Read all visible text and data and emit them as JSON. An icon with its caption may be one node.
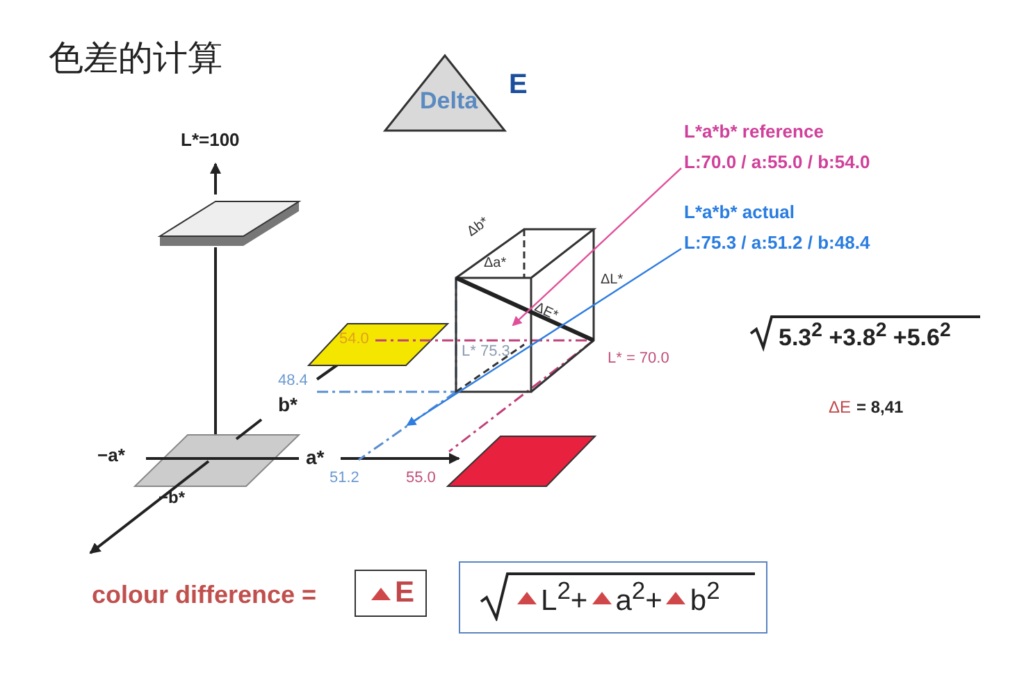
{
  "diagram": {
    "title": "色差的计算",
    "nodes": [
      {
        "text": [
          "Delta"
        ],
        "beside": [
          "E"
        ]
      },
      {
        "text": [
          "L*a*b* reference",
          "L:70.0 / a:55.0 / b:54.0"
        ]
      },
      {
        "text": [
          "L*a*b*  actual",
          "L:75.3 / a:51.2 / b:48.4"
        ]
      },
      {
        "text": [
          "E"
        ]
      },
      {
        "text": [
          "L$^{2}$+",
          "a$^{2}$+",
          "b$^{2}$"
        ]
      },
      {
        "text": [],
        "shape": "box"
      }
    ],
    "edges": [
      {
        "from": 1,
        "to": 5,
        "arrow": "to",
        "color": "#e0509a"
      },
      {
        "from": 2,
        "to": null,
        "arrow": "to",
        "color": "#2f7de0"
      }
    ],
    "labels": [
      "L*=100",
      "−a*",
      "a*",
      "b*",
      "−b*",
      "Δb*",
      "Δa*",
      "ΔL*",
      "ΔE*",
      "54.0",
      "48.4",
      "L* 75.3",
      "L* = 70.0",
      "51.2",
      "55.0",
      "5.3$^{2}$ +3.8$^{2}$ +5.6$^{2}$",
      "ΔE",
      "= 8,41",
      "colour difference ="
    ]
  }
}
